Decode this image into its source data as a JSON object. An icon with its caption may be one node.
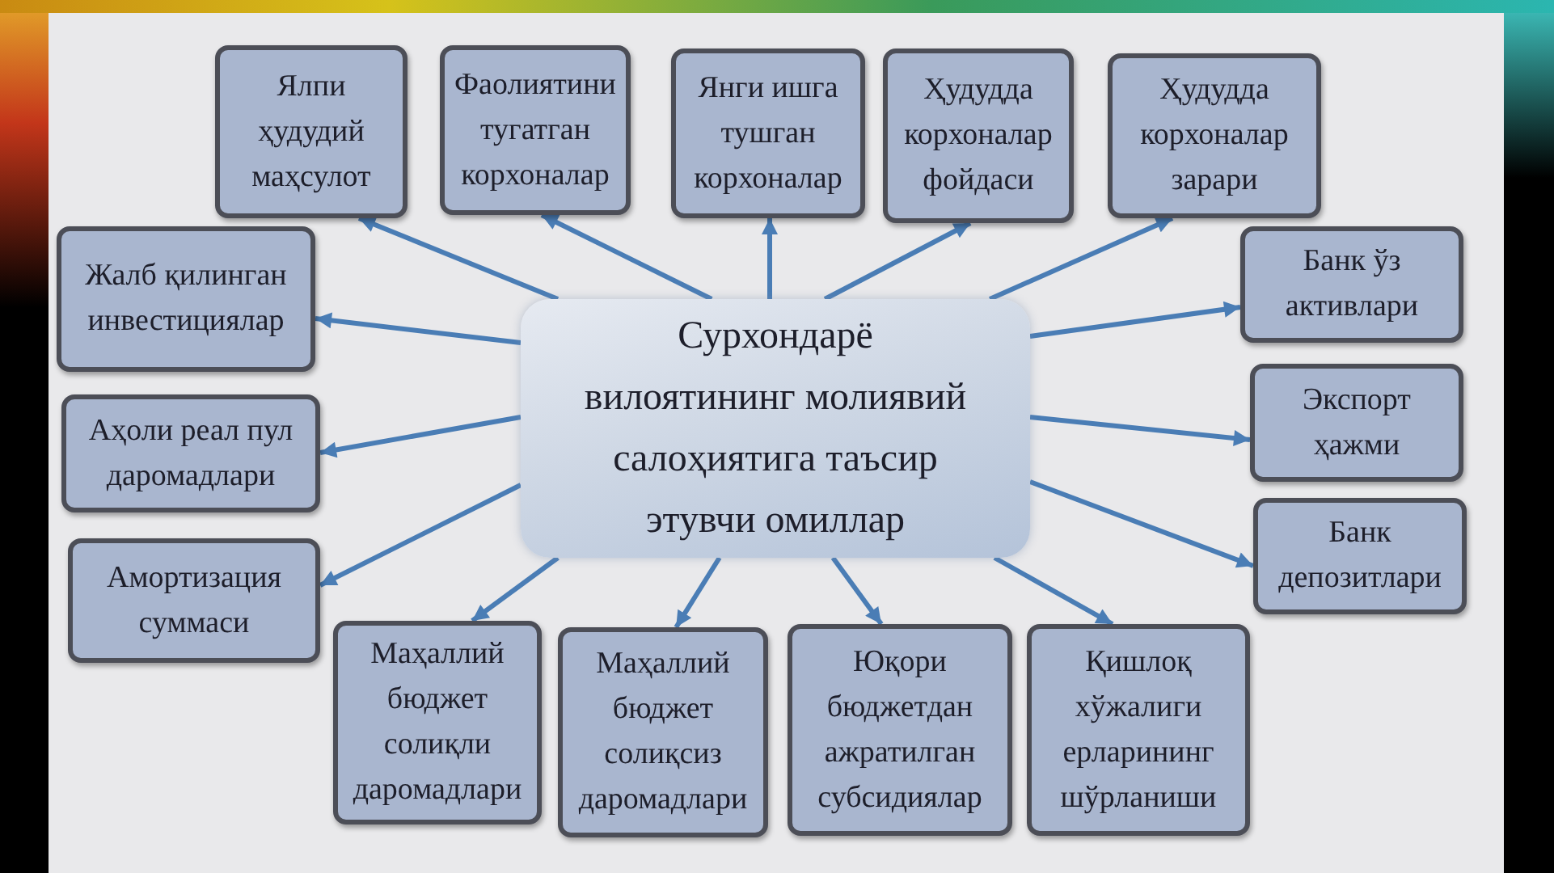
{
  "diagram": {
    "nodes": [
      {
        "text": [
          "Ялпи ҳудудий маҳсулот"
        ]
      },
      {
        "text": [
          "Фаолиятини тугатган корхоналар"
        ]
      },
      {
        "text": [
          "Янги ишга тушган корхоналар"
        ]
      },
      {
        "text": [
          "Ҳудудда корхоналар фойдаси"
        ]
      },
      {
        "text": [
          "Ҳудудда корхоналар зарари"
        ]
      },
      {
        "text": [
          "Жалб қилинган инвестициялар"
        ]
      },
      {
        "text": [
          "Банк ўз активлари"
        ]
      },
      {
        "text": [
          "Сурхондарё вилоятининг молиявий салоҳиятига таъсир этувчи омиллар"
        ]
      },
      {
        "text": [
          "Аҳоли реал пул даромадлари"
        ]
      },
      {
        "text": [
          "Экспорт ҳажми"
        ]
      },
      {
        "text": [
          "Амортизация суммаси"
        ]
      },
      {
        "text": [
          "Банк депозитлари"
        ]
      },
      {
        "text": [
          "Маҳаллий бюджет солиқли даромадлари"
        ]
      },
      {
        "text": [
          "Маҳаллий бюджет солиқсиз даромадлари"
        ]
      },
      {
        "text": [
          "Юқори бюджетдан ажратилган субсидиялар"
        ]
      },
      {
        "text": [
          "Қишлоқ хўжалиги ерларининг шўрланиши"
        ]
      }
    ],
    "edges": [
      {
        "from": 7,
        "to": 0,
        "arrow": "to"
      },
      {
        "from": 7,
        "to": 1,
        "arrow": "to"
      },
      {
        "from": 7,
        "to": 2,
        "arrow": "to"
      },
      {
        "from": 7,
        "to": 3,
        "arrow": "to"
      },
      {
        "from": 7,
        "to": 4,
        "arrow": "to"
      },
      {
        "from": 7,
        "to": 5,
        "arrow": "to"
      },
      {
        "from": 7,
        "to": 6,
        "arrow": "to"
      },
      {
        "from": 7,
        "to": 8,
        "arrow": "to"
      },
      {
        "from": 7,
        "to": 9,
        "arrow": "to"
      },
      {
        "from": 7,
        "to": 10,
        "arrow": "to"
      },
      {
        "from": 7,
        "to": 11,
        "arrow": "to"
      },
      {
        "from": 7,
        "to": 12,
        "arrow": "to"
      },
      {
        "from": 7,
        "to": 13,
        "arrow": "to"
      },
      {
        "from": 7,
        "to": 14,
        "arrow": "to"
      },
      {
        "from": 7,
        "to": 15,
        "arrow": "to"
      }
    ]
  }
}
